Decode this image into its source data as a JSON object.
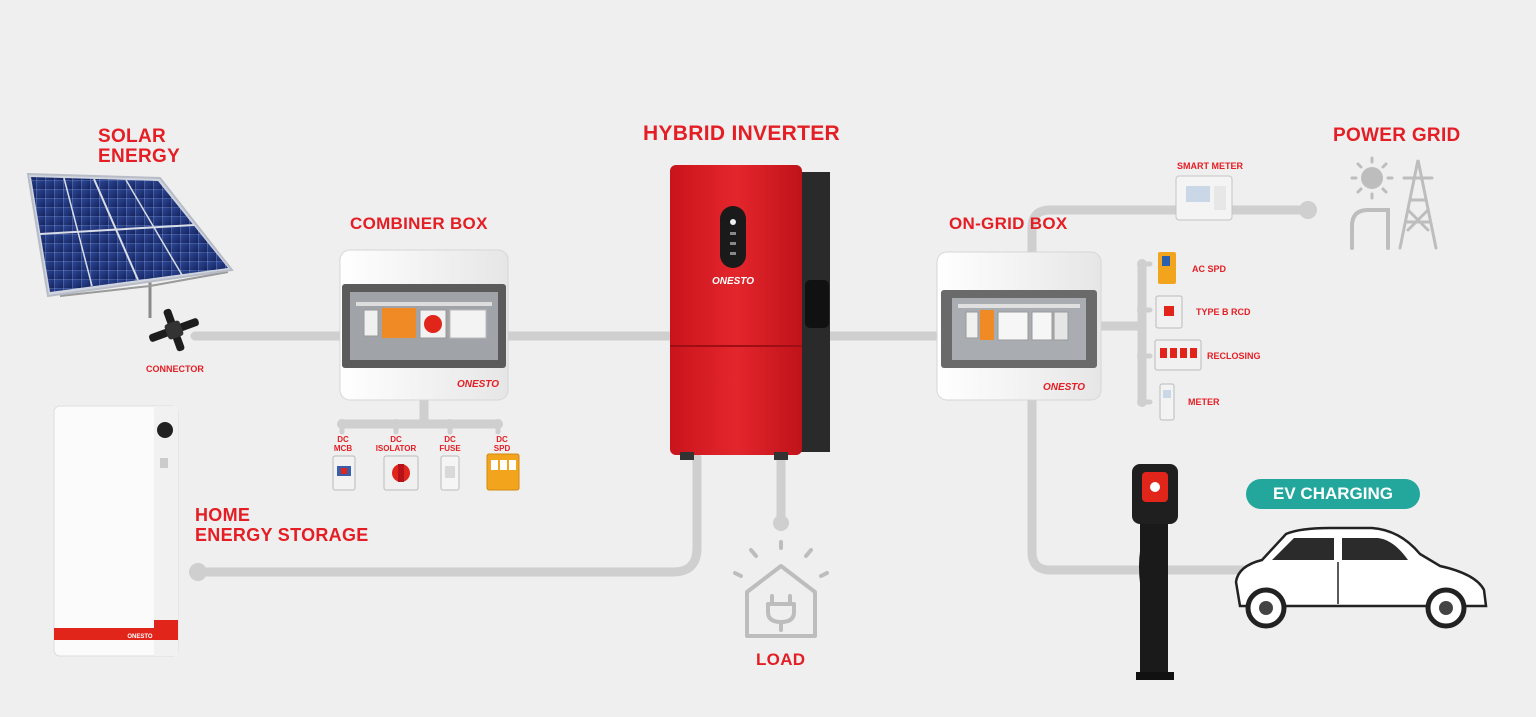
{
  "labels": {
    "solar_line1": "SOLAR",
    "solar_line2": "ENERGY",
    "connector": "CONNECTOR",
    "combiner_box": "COMBINER BOX",
    "hybrid_inverter": "HYBRID INVERTER",
    "on_grid_box": "ON-GRID BOX",
    "power_grid": "POWER GRID",
    "smart_meter": "SMART METER",
    "ac_spd": "AC SPD",
    "type_b_rcd": "TYPE B RCD",
    "reclosing": "RECLOSING",
    "meter": "METER",
    "home_storage_line1": "HOME",
    "home_storage_line2": "ENERGY STORAGE",
    "load": "LOAD",
    "ev_charging": "EV CHARGING"
  },
  "dc_components": [
    {
      "line1": "DC",
      "line2": "MCB"
    },
    {
      "line1": "DC",
      "line2": "ISOLATOR"
    },
    {
      "line1": "DC",
      "line2": "FUSE"
    },
    {
      "line1": "DC",
      "line2": "SPD"
    }
  ],
  "brand": "ONESTO",
  "colors": {
    "accent": "#e41e24",
    "line": "#cfcfcf",
    "ev": "#23a79c"
  }
}
